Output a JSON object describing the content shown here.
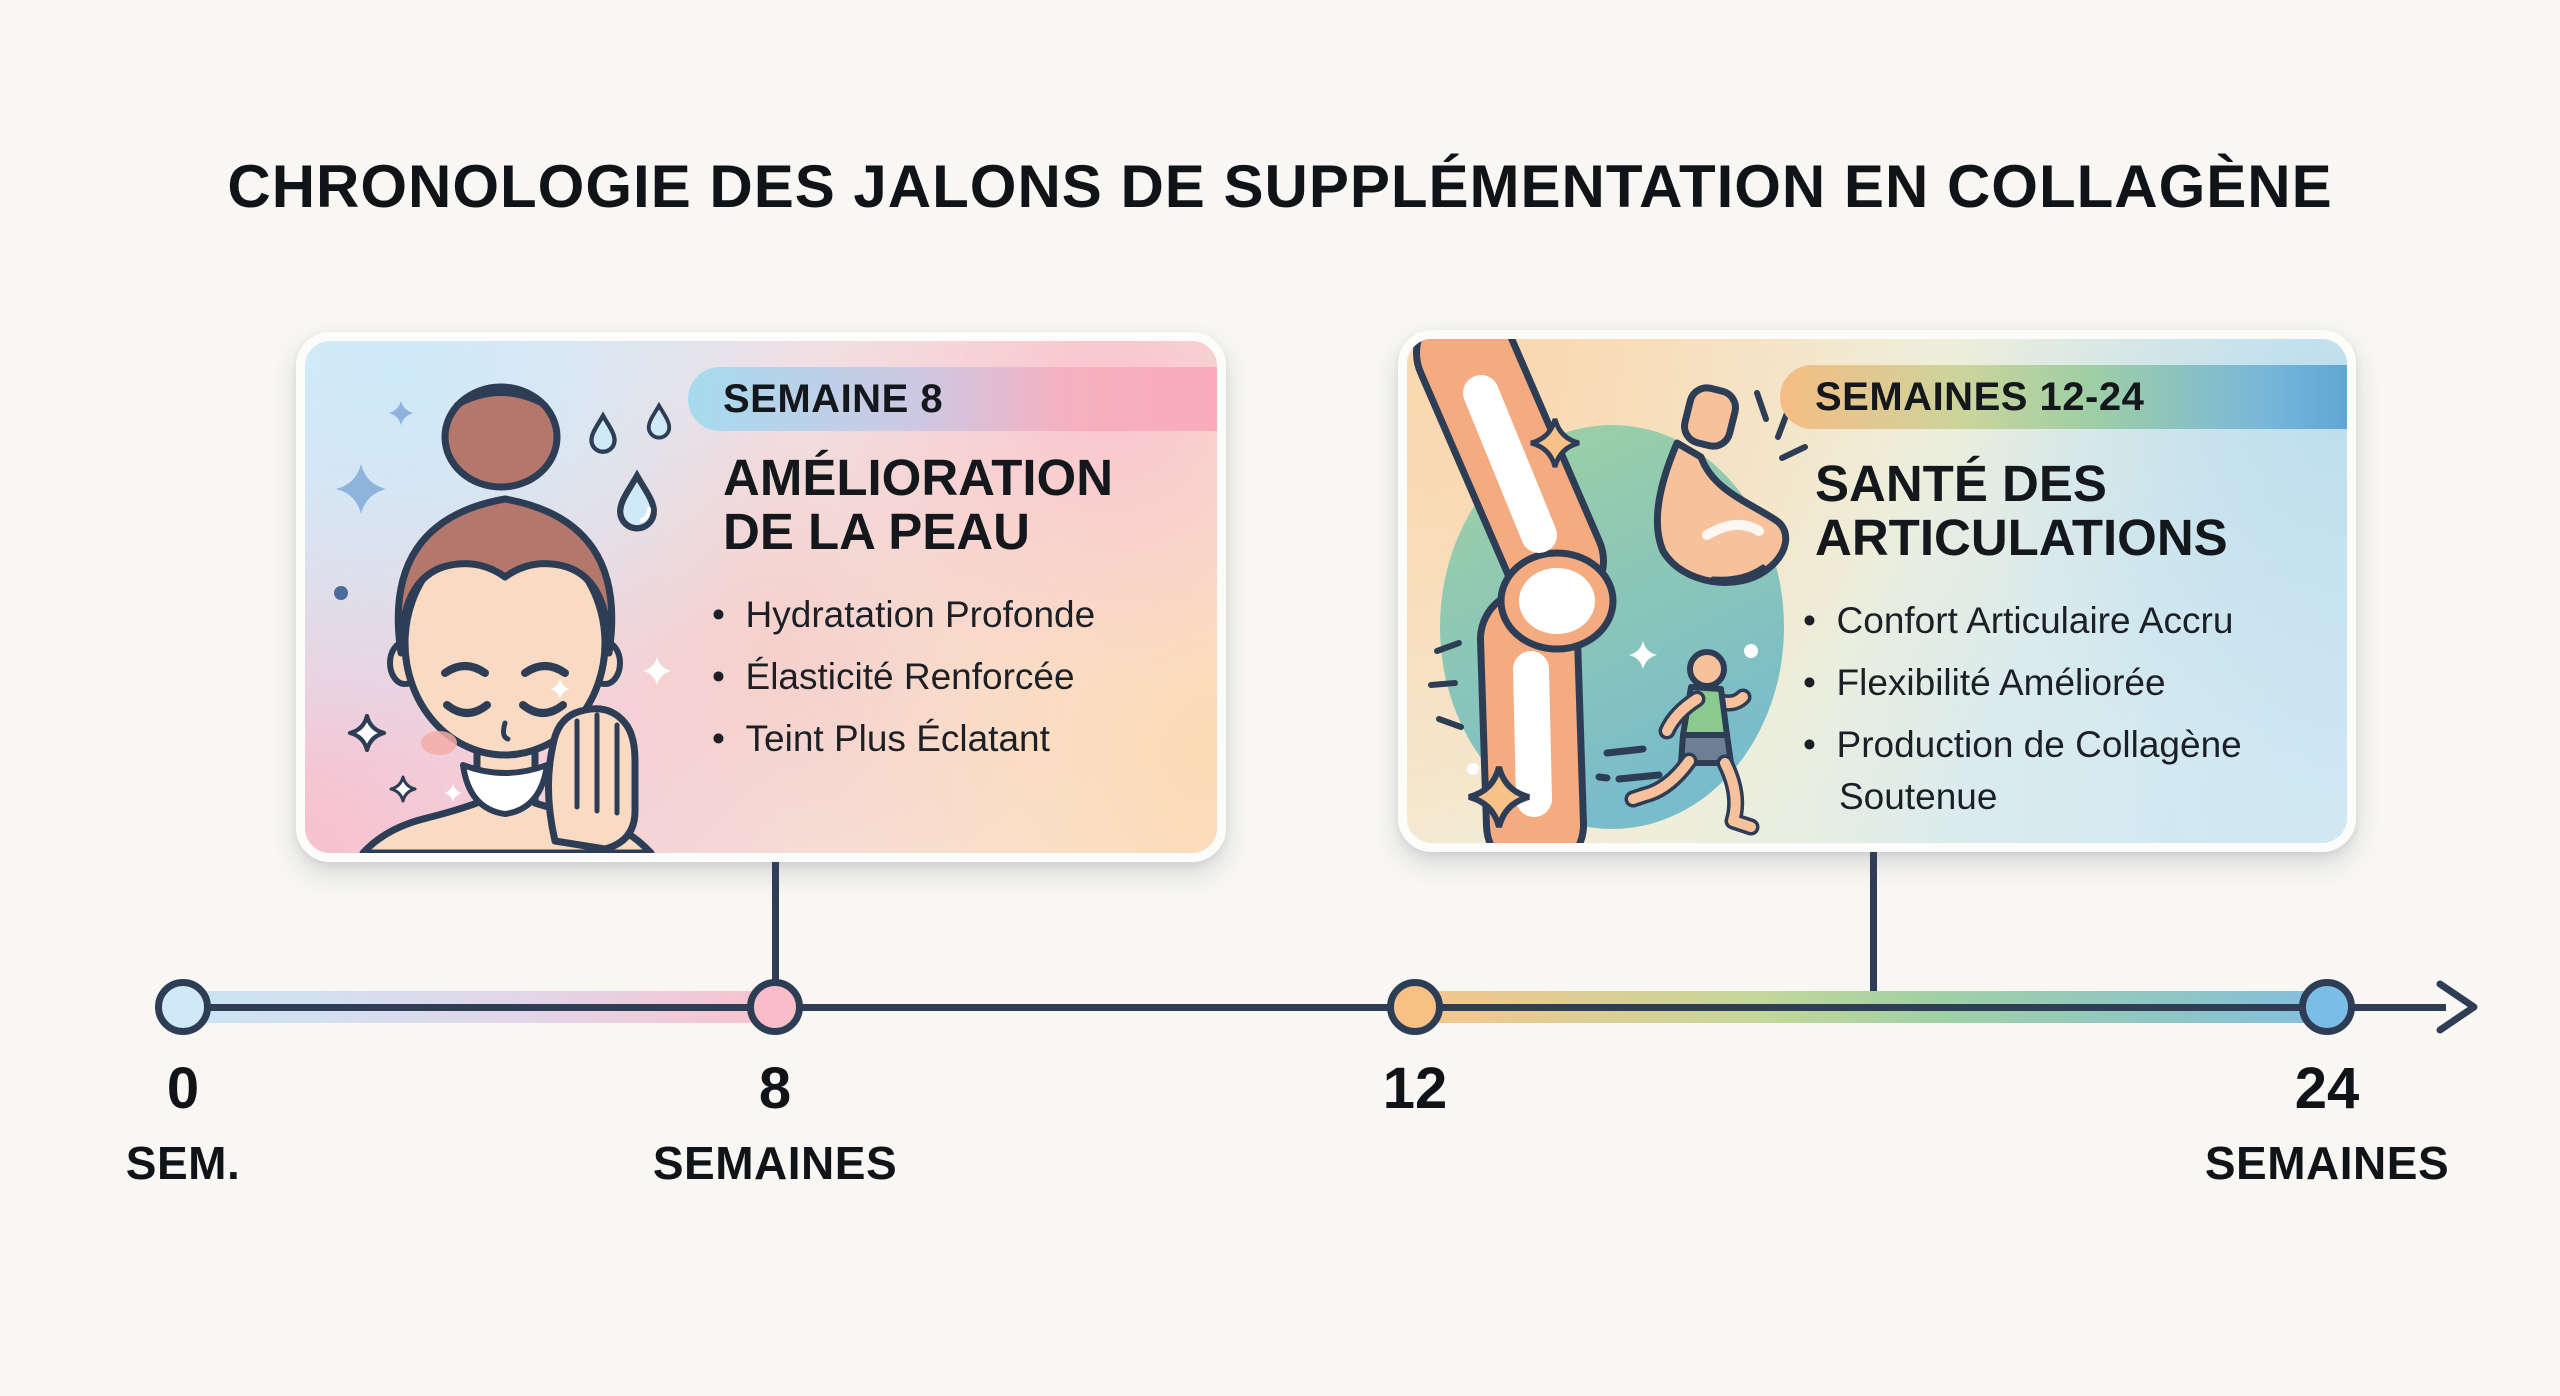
{
  "title": "CHRONOLOGIE DES JALONS DE SUPPLÉMENTATION EN COLLAGÈNE",
  "cards": [
    {
      "id": "skin",
      "badge": "SEMAINE 8",
      "heading": [
        "AMÉLIORATION",
        "DE LA PEAU"
      ],
      "bullets": [
        "Hydratation Profonde",
        "Élasticité Renforcée",
        "Teint Plus Éclatant"
      ],
      "illustration_icons": [
        "woman-face-icon",
        "water-drops-icon",
        "sparkles-icon"
      ],
      "badge_gradient": [
        "#a6dbef",
        "#cfc7e2",
        "#f9abba"
      ]
    },
    {
      "id": "joints",
      "badge": "SEMAINES 12-24",
      "heading": [
        "SANTÉ DES",
        "ARTICULATIONS"
      ],
      "bullets": [
        "Confort Articulaire Accru",
        "Flexibilité Améliorée",
        "Production de Collagène Soutenue"
      ],
      "illustration_icons": [
        "knee-joint-icon",
        "flexed-biceps-icon",
        "runner-icon",
        "sparkles-icon"
      ],
      "badge_gradient": [
        "#f5bd85",
        "#9ecfa4",
        "#5fa7d4"
      ]
    }
  ],
  "timeline": {
    "milestones": [
      {
        "value": "0",
        "label": "SEM.",
        "dot_color": "#cfe9f8"
      },
      {
        "value": "8",
        "label": "SEMAINES",
        "dot_color": "#f9bdc9"
      },
      {
        "value": "12",
        "label": "",
        "dot_color": "#f8c184"
      },
      {
        "value": "24",
        "label": "SEMAINES",
        "dot_color": "#7cbde7"
      }
    ],
    "axis_color": "#2f3e55",
    "segment_0_8_colors": [
      "#c9e6f6",
      "#f9c2ce"
    ],
    "segment_12_24_colors": [
      "#f7c58d",
      "#9fd0a5",
      "#82bfdd"
    ],
    "arrow": "right-arrow-icon"
  },
  "palette": {
    "background": "#f8f7f3",
    "outline_navy": "#2e3d56",
    "text_dark": "#15181c"
  }
}
